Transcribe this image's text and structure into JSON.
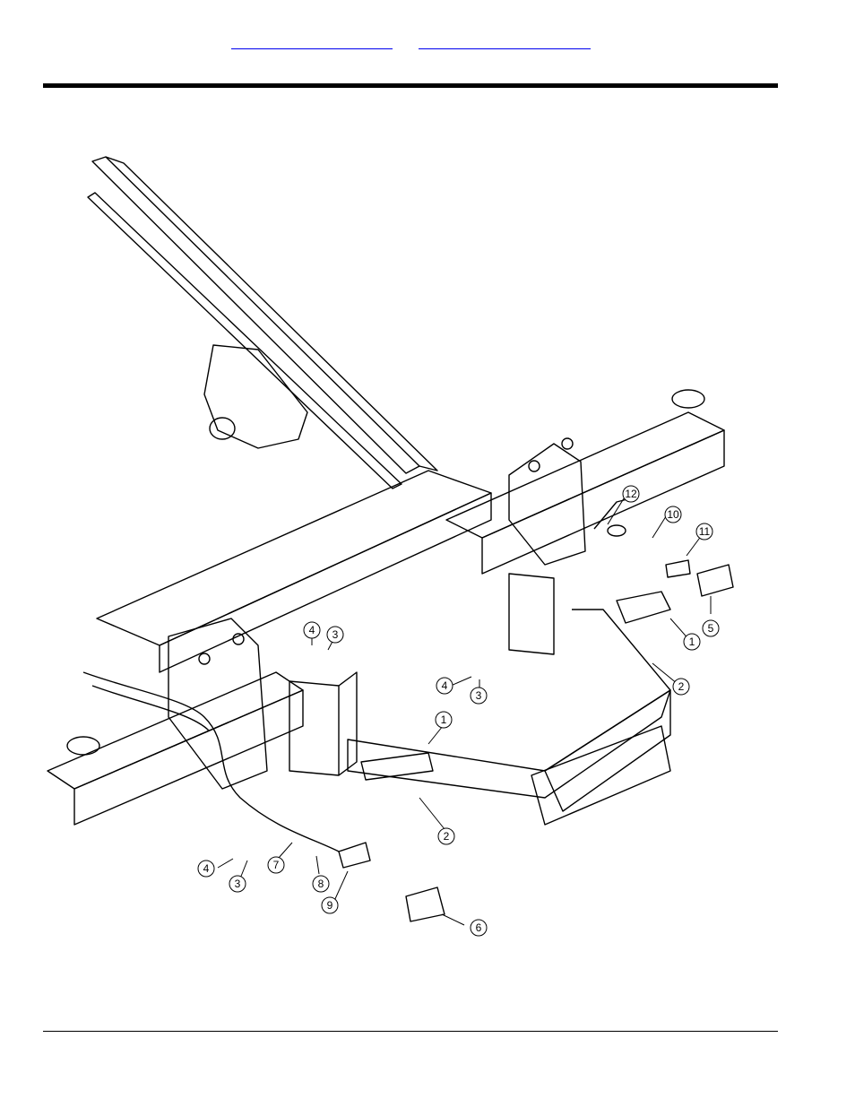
{
  "header": {
    "links": [
      "",
      ""
    ]
  },
  "callouts": [
    {
      "label": "12"
    },
    {
      "label": "10"
    },
    {
      "label": "11"
    },
    {
      "label": "5"
    },
    {
      "label": "1"
    },
    {
      "label": "2"
    },
    {
      "label": "4"
    },
    {
      "label": "3"
    },
    {
      "label": "4"
    },
    {
      "label": "3"
    },
    {
      "label": "1"
    },
    {
      "label": "2"
    },
    {
      "label": "4"
    },
    {
      "label": "3"
    },
    {
      "label": "7"
    },
    {
      "label": "8"
    },
    {
      "label": "9"
    },
    {
      "label": "6"
    }
  ]
}
